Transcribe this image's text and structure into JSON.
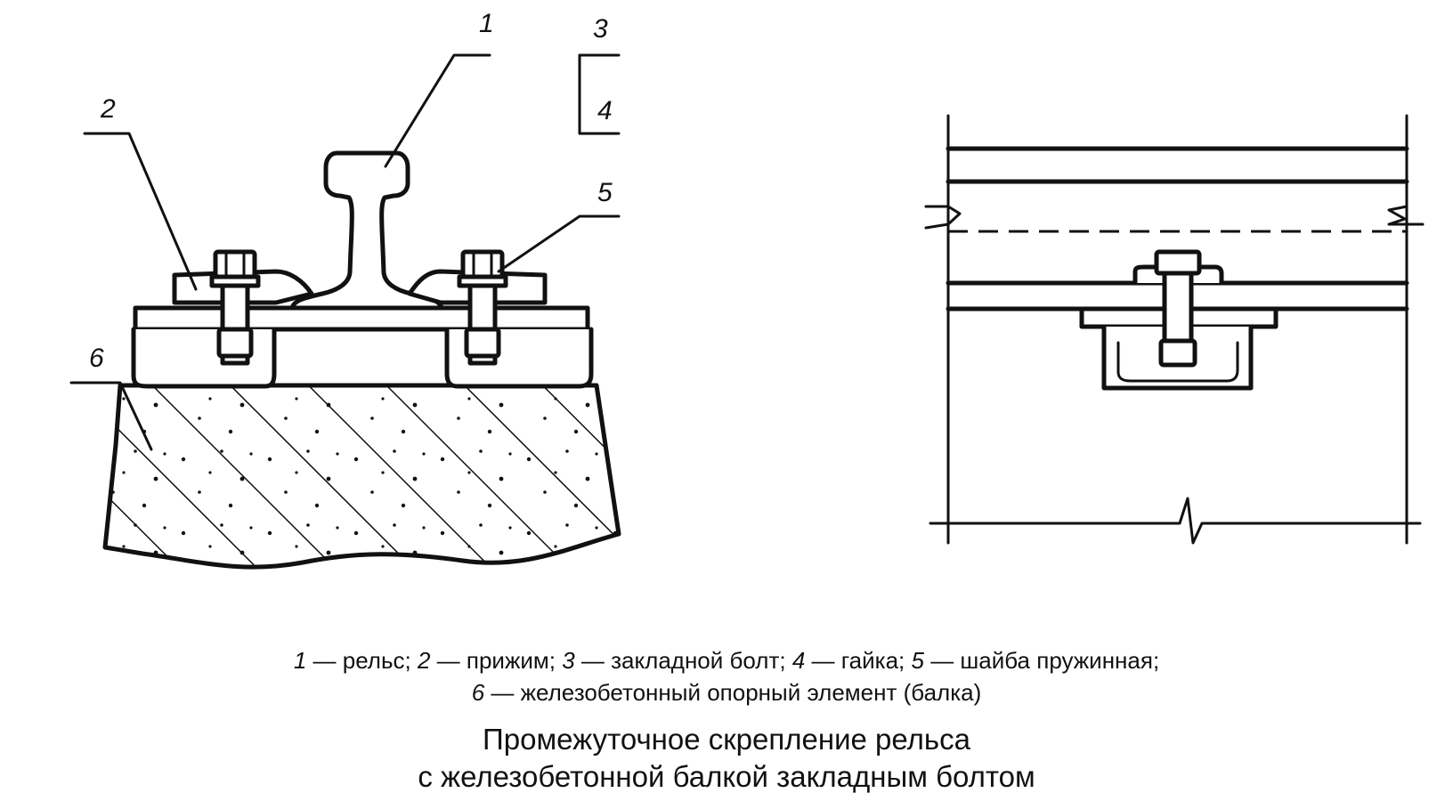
{
  "labels": {
    "n1": "1",
    "n2": "2",
    "n3": "3",
    "n4": "4",
    "n5": "5",
    "n6": "6"
  },
  "legend": {
    "line1": [
      {
        "num": "1",
        "text": " — рельс; "
      },
      {
        "num": "2",
        "text": " — прижим; "
      },
      {
        "num": "3",
        "text": " — закладной болт; "
      },
      {
        "num": "4",
        "text": " — гайка; "
      },
      {
        "num": "5",
        "text": " — шайба пружинная;"
      }
    ],
    "line2": [
      {
        "num": "6",
        "text": " — железобетонный опорный элемент (балка)"
      }
    ]
  },
  "title": {
    "line1": "Промежуточное скрепление рельса",
    "line2": "с железобетонной балкой закладным болтом"
  }
}
